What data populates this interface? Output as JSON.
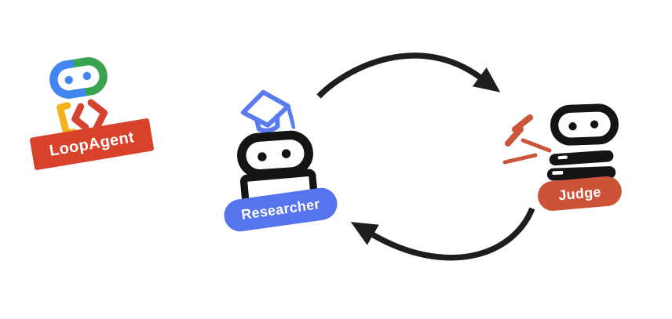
{
  "diagram": {
    "background": "#ffffff",
    "description_visible_elements": "LoopAgent logo, Researcher agent, Judge agent, circular loop arrows"
  },
  "logo": {
    "label": "LoopAgent",
    "banner_color": "#D8422B",
    "text_color": "#ffffff",
    "icon": "robot-face-code-icon",
    "icon_colors": {
      "blue": "#4285F4",
      "green": "#3BA24E",
      "yellow": "#F2B21D",
      "red": "#D54330"
    }
  },
  "agents": [
    {
      "id": "researcher",
      "label": "Researcher",
      "pill_color": "#5574EE",
      "accent_color": "#5B7CF0",
      "icon": "robot-graduation-cap-icon"
    },
    {
      "id": "judge",
      "label": "Judge",
      "pill_color": "#CC5238",
      "accent_color": "#C9563A",
      "icon": "robot-books-gavel-marks-icon"
    }
  ],
  "loop_arrows": {
    "color": "#1E1E1E",
    "top_arrow": "researcher-to-judge",
    "bottom_arrow": "judge-to-researcher"
  }
}
